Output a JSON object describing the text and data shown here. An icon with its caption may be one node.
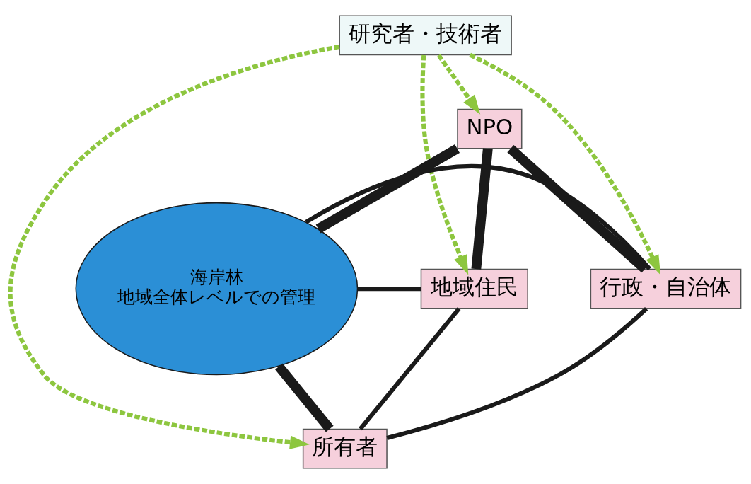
{
  "diagram": {
    "nodes": [
      {
        "text": [
          "研究者・技術者"
        ]
      },
      {
        "text": [
          "NPO"
        ]
      },
      {
        "text": [
          "海岸林",
          "地域全体レベルでの管理"
        ]
      },
      {
        "text": [
          "行政・自治体"
        ]
      },
      {
        "text": [
          "地域住民"
        ]
      },
      {
        "text": [
          "所有者"
        ]
      }
    ],
    "edges": [
      {
        "from": 0,
        "to": 1,
        "arrow": "to",
        "style": "dashed",
        "color": "#8dc63f"
      },
      {
        "from": 0,
        "to": 3,
        "arrow": "to",
        "style": "dashed",
        "color": "#8dc63f"
      },
      {
        "from": 0,
        "to": 5,
        "arrow": "to",
        "style": "dashed",
        "color": "#8dc63f"
      },
      {
        "from": 0,
        "to": 4,
        "arrow": "to",
        "style": "dashed",
        "color": "#8dc63f"
      },
      {
        "from": 1,
        "to": 3,
        "arrow": "none",
        "style": "thick"
      },
      {
        "from": 1,
        "to": 4,
        "arrow": "none",
        "style": "thick"
      },
      {
        "from": 2,
        "to": 1,
        "arrow": "none",
        "style": "thick"
      },
      {
        "from": 2,
        "to": 3,
        "arrow": "none"
      },
      {
        "from": 2,
        "to": 4,
        "arrow": "none"
      },
      {
        "from": 2,
        "to": 5,
        "arrow": "none",
        "style": "thick"
      },
      {
        "from": 4,
        "to": 5,
        "arrow": "none"
      },
      {
        "from": 3,
        "to": 5,
        "arrow": "none"
      }
    ]
  }
}
